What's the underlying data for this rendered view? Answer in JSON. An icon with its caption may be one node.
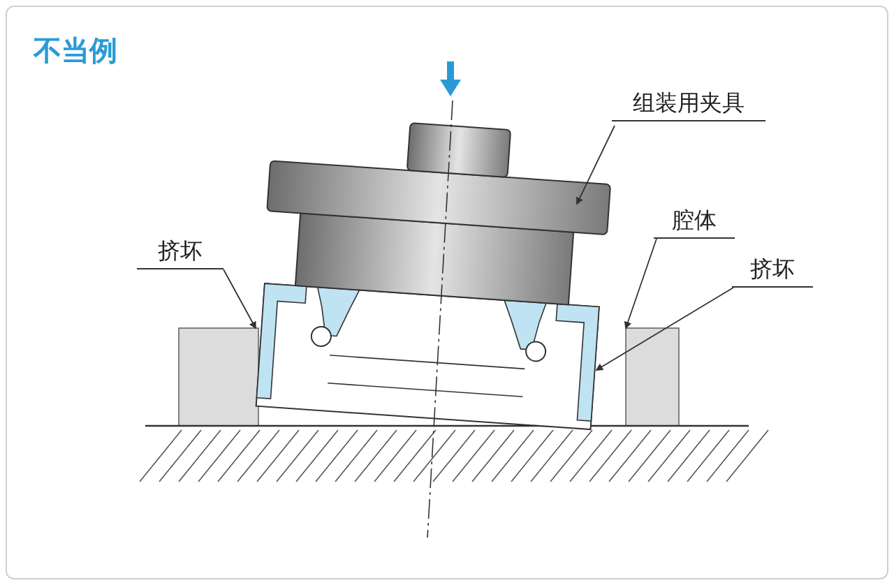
{
  "diagram": {
    "title": "不当例",
    "nodes": [
      {
        "text": [
          "组装用夹具"
        ]
      },
      {
        "text": [
          "挤坏"
        ]
      },
      {
        "text": [
          "腔体"
        ]
      },
      {
        "text": [
          "挤坏"
        ]
      }
    ],
    "edges": [
      {
        "from": 0,
        "to": null,
        "arrow": "to"
      },
      {
        "from": 1,
        "to": null,
        "arrow": "to"
      },
      {
        "from": 2,
        "to": null,
        "arrow": "to"
      },
      {
        "from": 3,
        "to": null,
        "arrow": "to"
      }
    ]
  }
}
